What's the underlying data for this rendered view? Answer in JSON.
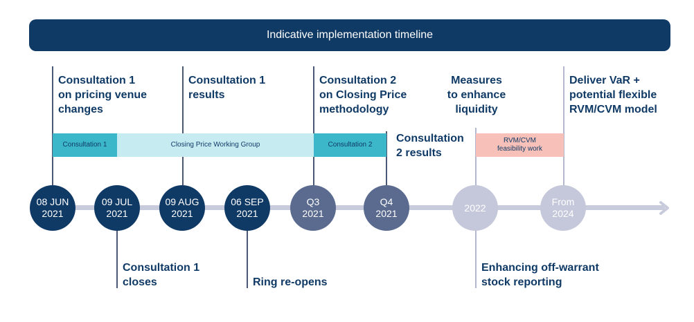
{
  "banner": {
    "title": "Indicative implementation timeline"
  },
  "top_labels": [
    "Consultation 1\non pricing  venue\nchanges",
    "Consultation 1\nresults",
    "Consultation 2\non Closing Price\nmethodology",
    "Consultation\n2 results",
    "Measures\nto enhance\nliquidity",
    "Deliver VaR +\npotential flexible\nRVM/CVM model"
  ],
  "bars": [
    {
      "label": "Consultation 1",
      "color": "#3bb7c9"
    },
    {
      "label": "Closing Price Working Group",
      "color": "#c6ecf2"
    },
    {
      "label": "Consultation 2",
      "color": "#3bb7c9"
    },
    {
      "label": "RVM/CVM\nfeasibility work",
      "color": "#f7c1b9"
    }
  ],
  "nodes": [
    {
      "label": "08 JUN\n2021",
      "color": "#103a66"
    },
    {
      "label": "09 JUL\n2021",
      "color": "#103a66"
    },
    {
      "label": "09 AUG\n2021",
      "color": "#103a66"
    },
    {
      "label": "06 SEP\n2021",
      "color": "#103a66"
    },
    {
      "label": "Q3\n2021",
      "color": "#5a6b8f"
    },
    {
      "label": "Q4\n2021",
      "color": "#5a6b8f"
    },
    {
      "label": "2022",
      "color": "#c5c8da"
    },
    {
      "label": "From\n2024",
      "color": "#c5c8da"
    }
  ],
  "bottom_labels": [
    "Consultation 1\ncloses",
    "Ring re-opens",
    "Enhancing off-warrant\nstock reporting"
  ],
  "colors": {
    "navy": "#103a66",
    "line_dark": "#4a5775",
    "line_light": "#b4b8cc",
    "axis": "#c8cbdc"
  }
}
